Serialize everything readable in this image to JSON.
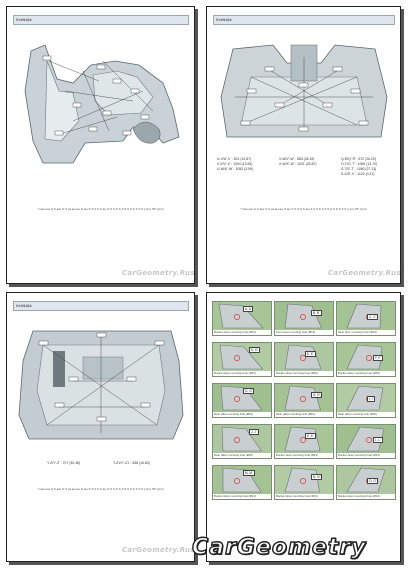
{
  "page1": {
    "header": "Ketlikl|kk",
    "note": "* Наш вы Ѕ Ѕ вас Ѕ Ѕ на вы вы Ѕ вы Ѕ Ѕ Ѕ Ѕ Ѕ вы Ѕ Ѕ Ѕ Ѕ Ѕ Ѕ Ѕ Ѕ Ѕ Ѕ Ѕ Ѕ Ѕ (mm) PP (mm)",
    "watermark": "CarGeometry.Rus"
  },
  "page2": {
    "header": "Ketlikl|kk",
    "legend": [
      [
        "U-V/U'-V' : 621 (10.87)",
        "V-W/V'-W' : 883 (26.15)",
        "Q-R/Q'-R' : 672 (26.20)"
      ],
      [
        "V-X/V'-X' : 1094 (13.83)",
        "X-W/X'-W' : 1021 (30.87)",
        "O-T/O'-T' : 1060 (13.70)"
      ],
      [
        "U-W/U'-W' : 1052 (3.59)",
        "",
        "S-T/S'-T' : 1060 (27.13)"
      ],
      [
        "",
        "",
        "S-X/S'-X' : 1122 (4.21)"
      ]
    ],
    "note": "* Наш вы Ѕ Ѕ вас Ѕ Ѕ на вы вы Ѕ вы Ѕ Ѕ Ѕ Ѕ Ѕ вы Ѕ Ѕ Ѕ Ѕ Ѕ Ѕ Ѕ Ѕ Ѕ Ѕ Ѕ Ѕ Ѕ (mm) PP (mm)",
    "watermark": "CarGeometry.Rus"
  },
  "page3": {
    "header": "Ketlikl|kk",
    "legend": [
      "Y-Z/Y'-Z' : 707 (30.48)",
      "Y-Z1/Y'-Z1' : 836 (16.83)"
    ],
    "note": "* Наш вы Ѕ Ѕ вас Ѕ Ѕ на вы вы Ѕ вы Ѕ Ѕ Ѕ Ѕ Ѕ вы Ѕ Ѕ Ѕ Ѕ Ѕ Ѕ Ѕ Ѕ Ѕ Ѕ Ѕ Ѕ Ѕ (mm) PP (mm)",
    "watermark": "CarGeometry.Rus"
  },
  "page4": {
    "thumbs": [
      {
        "tag": "A, A'",
        "cap": "Bucket strap mounting hole (Ø13)"
      },
      {
        "tag": "B, B'",
        "cap": "Front door mounting hole (Ø13)"
      },
      {
        "tag": "C, C'",
        "cap": "Rear door mounting hole (Ø13)"
      },
      {
        "tag": "D, D'",
        "cap": "Bucket strap mounting hole (Ø10)"
      },
      {
        "tag": "E, E'",
        "cap": "Bucket strap mounting hole (Ø10)"
      },
      {
        "tag": "F, F'",
        "cap": "Bucket strap mounting hole (Ø10)"
      },
      {
        "tag": "G, G'",
        "cap": "Rear pillar mounting hole (Ø10)"
      },
      {
        "tag": "H, H'",
        "cap": "Rear pillar mounting hole (Ø10)"
      },
      {
        "tag": "I, I'",
        "cap": "Rear pillar mounting hole (Ø10)"
      },
      {
        "tag": "J, J'",
        "cap": "Rear pillar mounting hole (Ø10)"
      },
      {
        "tag": "K, K'",
        "cap": "Bucket strap mounting hole (Ø13)"
      },
      {
        "tag": "L, L'",
        "cap": "Bucket strap mounting hole (Ø13)"
      },
      {
        "tag": "M, M'",
        "cap": "Bucket strap mounting hole (Ø13)"
      },
      {
        "tag": "N, N'",
        "cap": "Bucket strap mounting hole (Ø13)"
      },
      {
        "tag": "O, O'",
        "cap": "Bucket strap mounting hole (Ø13)"
      }
    ]
  },
  "bottom_watermark": "CarGeometry"
}
